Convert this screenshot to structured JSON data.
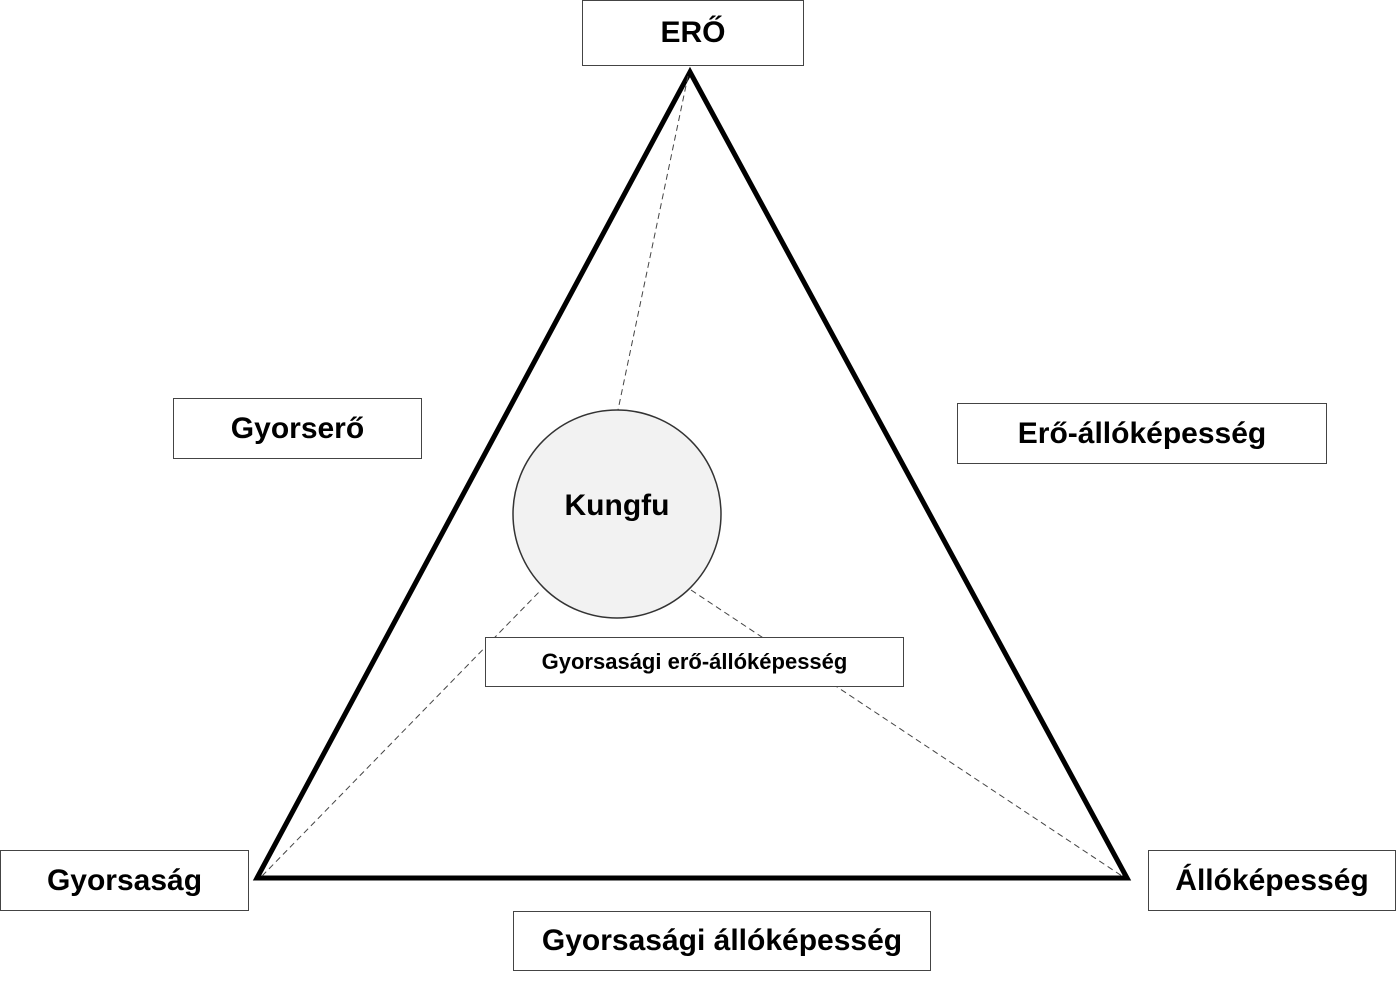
{
  "diagram": {
    "apex_top": "ERŐ",
    "apex_left": "Gyorsaság",
    "apex_right": "Állóképesség",
    "side_left": "Gyorserő",
    "side_right": "Erő-állóképesség",
    "side_bottom": "Gyorsasági állóképesség",
    "center": "Kungfu",
    "center_sub": "Gyorsasági erő-állóképesség",
    "circle_fill": "#f2f2f2"
  }
}
